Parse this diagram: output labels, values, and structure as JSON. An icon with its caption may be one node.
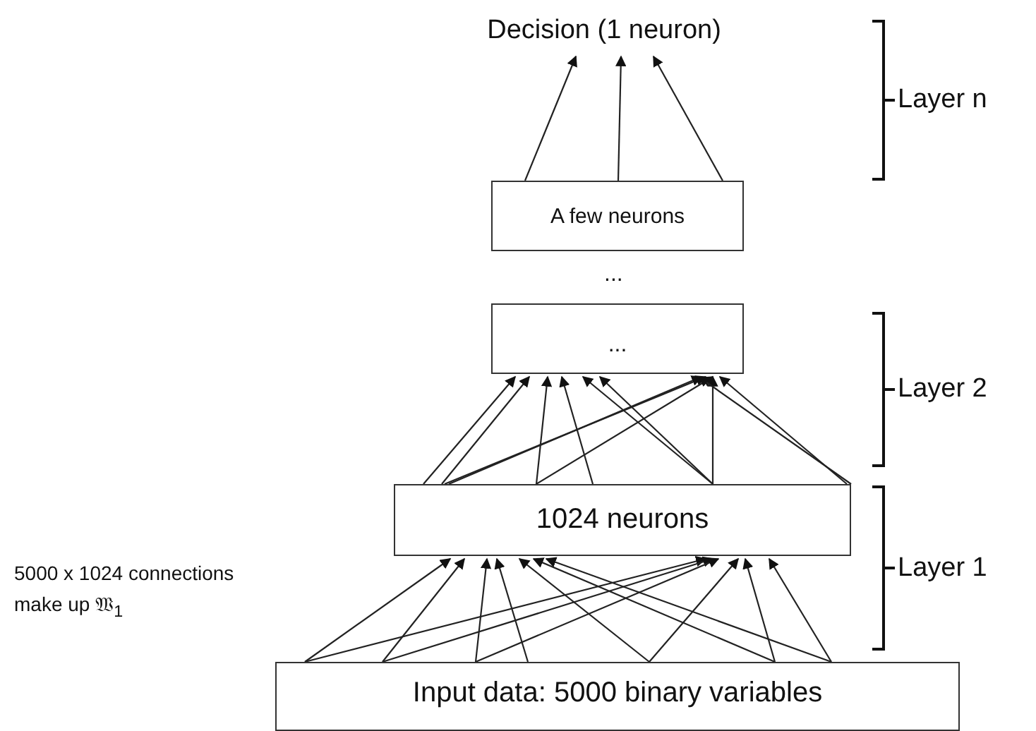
{
  "diagram": {
    "nodes": [
      {
        "text": [
          "Decision (1 neuron)"
        ]
      },
      {
        "text": [
          "A few neurons"
        ]
      },
      {
        "text": [
          "..."
        ]
      },
      {
        "text": [
          "1024 neurons"
        ]
      },
      {
        "text": [
          "Input data: 5000 binary variables"
        ]
      }
    ],
    "edges": [
      {
        "from": 1,
        "to": 0,
        "arrow": "to"
      },
      {
        "from": 1,
        "to": 0,
        "arrow": "to"
      },
      {
        "from": 1,
        "to": 0,
        "arrow": "to"
      },
      {
        "from": 3,
        "to": 2,
        "arrow": "to"
      },
      {
        "from": 3,
        "to": 2,
        "arrow": "to"
      },
      {
        "from": 3,
        "to": 2,
        "arrow": "to"
      },
      {
        "from": 3,
        "to": 2,
        "arrow": "to"
      },
      {
        "from": 3,
        "to": 2,
        "arrow": "to"
      },
      {
        "from": 3,
        "to": 2,
        "arrow": "to"
      },
      {
        "from": 3,
        "to": 2,
        "arrow": "to"
      },
      {
        "from": 3,
        "to": 2,
        "arrow": "to"
      },
      {
        "from": 3,
        "to": 2,
        "arrow": "to"
      },
      {
        "from": 3,
        "to": 2,
        "arrow": "to"
      },
      {
        "from": 3,
        "to": 2,
        "arrow": "to"
      },
      {
        "from": 3,
        "to": 2,
        "arrow": "to"
      },
      {
        "from": 4,
        "to": 3,
        "arrow": "to"
      },
      {
        "from": 4,
        "to": 3,
        "arrow": "to"
      },
      {
        "from": 4,
        "to": 3,
        "arrow": "to"
      },
      {
        "from": 4,
        "to": 3,
        "arrow": "to"
      },
      {
        "from": 4,
        "to": 3,
        "arrow": "to"
      },
      {
        "from": 4,
        "to": 3,
        "arrow": "to"
      },
      {
        "from": 4,
        "to": 3,
        "arrow": "to"
      },
      {
        "from": 4,
        "to": 3,
        "arrow": "to"
      },
      {
        "from": 4,
        "to": 3,
        "arrow": "to"
      },
      {
        "from": 4,
        "to": 3,
        "arrow": "to"
      },
      {
        "from": 4,
        "to": 3,
        "arrow": "to"
      },
      {
        "from": 4,
        "to": 3,
        "arrow": "to"
      },
      {
        "from": 4,
        "to": 3,
        "arrow": "to"
      }
    ],
    "labels": [
      "...",
      "Layer n",
      "Layer 2",
      "Layer 1",
      "5000 x 1024 connections make up 𝔚$_{1}$"
    ]
  }
}
